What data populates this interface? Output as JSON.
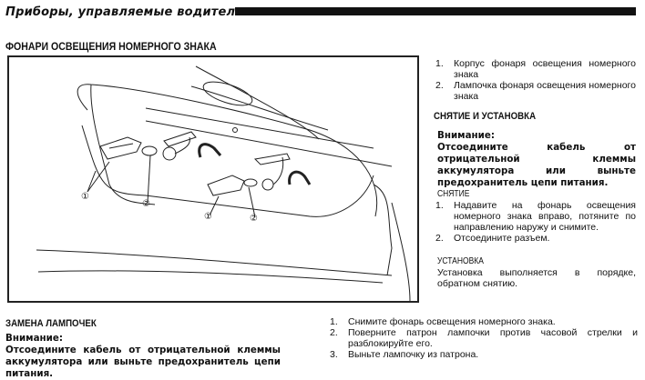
{
  "header": {
    "section_title": "Приборы, управляемые водителем"
  },
  "license_lamps": {
    "title": "ФОНАРИ ОСВЕЩЕНИЯ НОМЕРНОГО ЗНАКА",
    "figure": {
      "callouts": [
        "①",
        "②",
        "①",
        "②"
      ]
    },
    "legend": [
      {
        "num": "1.",
        "text": "Корпус фонаря освещения номерного знака"
      },
      {
        "num": "2.",
        "text": "Лампочка фонаря освещения номерного знака"
      }
    ]
  },
  "removal_install": {
    "title": "СНЯТИЕ И УСТАНОВКА",
    "warning_label": "Внимание:",
    "warning_text": "Отсоедините кабель от отрицательной клеммы аккумулятора или выньте предохранитель цепи питания.",
    "removal": {
      "title": "СНЯТИЕ",
      "steps": [
        {
          "num": "1.",
          "text": "Надавите на фонарь освещения номерного знака вправо, потяните по направлению наружу и снимите."
        },
        {
          "num": "2.",
          "text": "Отсоедините разъем."
        }
      ]
    },
    "install": {
      "title": "УСТАНОВКА",
      "text": "Установка выполняется в порядке, обратном снятию."
    }
  },
  "bulb_replacement": {
    "title": "ЗАМЕНА ЛАМПОЧЕК",
    "warning_label": "Внимание:",
    "warning_text": "Отсоедините кабель от отрицательной клеммы аккумулятора или выньте предохранитель цепи питания.",
    "steps": [
      {
        "num": "1.",
        "text": "Снимите фонарь освещения номерного знака."
      },
      {
        "num": "2.",
        "text": "Поверните патрон лампочки против часовой стрелки и разблокируйте его."
      },
      {
        "num": "3.",
        "text": "Выньте лампочку из патрона."
      }
    ]
  }
}
